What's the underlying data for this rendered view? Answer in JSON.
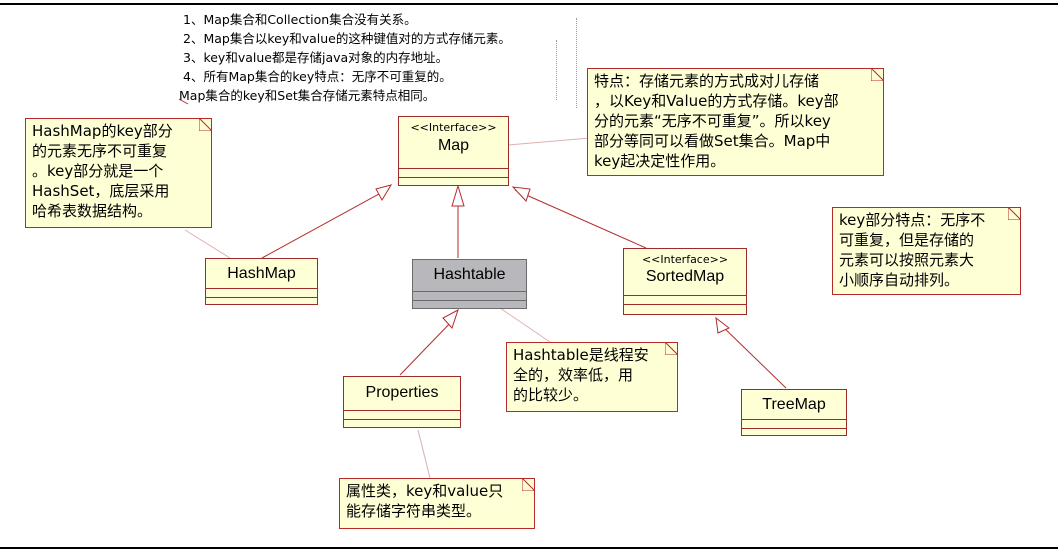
{
  "top_notes": [
    "1、Map集合和Collection集合没有关系。",
    "2、Map集合以key和value的这种键值对的方式存储元素。",
    "3、key和value都是存储java对象的内存地址。",
    "4、所有Map集合的key特点：无序不可重复的。",
    "Map集合的key和Set集合存储元素特点相同。"
  ],
  "classes": {
    "map": {
      "stereotype": "<<Interface>>",
      "name": "Map"
    },
    "hashmap": {
      "name": "HashMap"
    },
    "hashtable": {
      "name": "Hashtable"
    },
    "sortedmap": {
      "stereotype": "<<Interface>>",
      "name": "SortedMap"
    },
    "properties": {
      "name": "Properties"
    },
    "treemap": {
      "name": "TreeMap"
    }
  },
  "notes": {
    "hashmap_note": [
      "HashMap的key部分",
      "的元素无序不可重复",
      "。key部分就是一个",
      "HashSet，底层采用",
      "哈希表数据结构。"
    ],
    "map_note": [
      "特点：存储元素的方式成对儿存储",
      "，以Key和Value的方式存储。key部",
      "分的元素“无序不可重复”。所以key",
      "部分等同可以看做Set集合。Map中",
      "key起决定性作用。"
    ],
    "sorted_note": [
      "key部分特点：无序不",
      "可重复，但是存储的",
      "元素可以按照元素大",
      "小顺序自动排列。"
    ],
    "hashtable_note": [
      "Hashtable是线程安",
      "全的，效率低，用",
      "的比较少。"
    ],
    "properties_note": [
      "属性类，key和value只",
      "能存储字符串类型。"
    ]
  },
  "colors": {
    "box_fill": "#ffffd6",
    "border": "#9e2b2b",
    "hashtable_fill": "#b8b7bb",
    "note_line": "#d8a0a0"
  }
}
